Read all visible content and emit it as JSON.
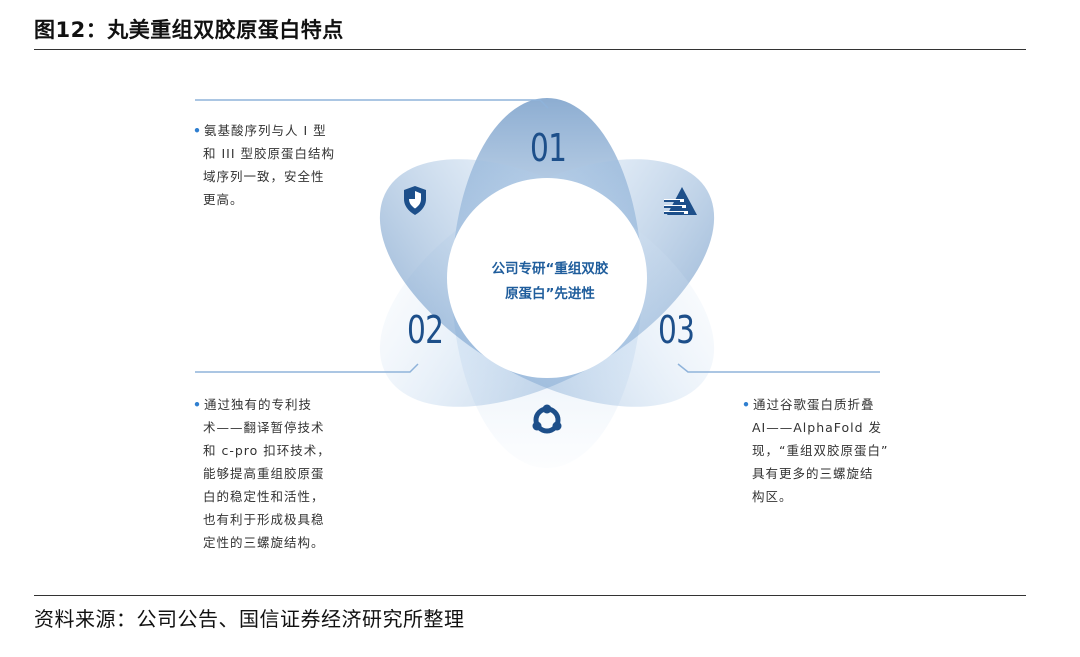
{
  "figure": {
    "title": "图12：丸美重组双胶原蛋白特点",
    "source": "资料来源：公司公告、国信证券经济研究所整理"
  },
  "center": {
    "line1": "公司专研“重组双胶",
    "line2": "原蛋白”先进性"
  },
  "petals": [
    {
      "number": "01",
      "icon": "layers-triangle-icon"
    },
    {
      "number": "02",
      "icon": "shield-icon"
    },
    {
      "number": "03",
      "icon": "molecule-ring-icon"
    }
  ],
  "notes": {
    "n01": [
      "氨基酸序列与人 I 型",
      "和 III 型胶原蛋白结构",
      "域序列一致，安全性",
      "更高。"
    ],
    "n02": [
      "通过独有的专利技",
      "术——翻译暂停技术",
      "和 c-pro 扣环技术，",
      "能够提高重组胶原蛋",
      "白的稳定性和活性，",
      "也有利于形成极具稳",
      "定性的三螺旋结构。"
    ],
    "n03": [
      "通过谷歌蛋白质折叠",
      "AI——AlphaFold 发",
      "现，“重组双胶原蛋白”",
      "具有更多的三螺旋结",
      "构区。"
    ]
  },
  "colors": {
    "accent": "#2f7fd0",
    "petal_dark": "#3f78b8",
    "petal_light": "#e3eef9",
    "number": "#1d4f8a"
  }
}
